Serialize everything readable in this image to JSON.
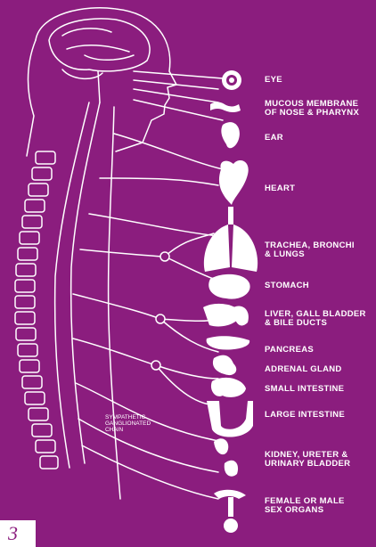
{
  "labels": [
    {
      "text": "EYE"
    },
    {
      "text": "MUCOUS MEMBRANE\nOF NOSE & PHARYNX"
    },
    {
      "text": "EAR"
    },
    {
      "text": "HEART"
    },
    {
      "text": "TRACHEA, BRONCHI\n& LUNGS"
    },
    {
      "text": "STOMACH"
    },
    {
      "text": "LIVER, GALL BLADDER\n& BILE DUCTS"
    },
    {
      "text": "PANCREAS"
    },
    {
      "text": "ADRENAL GLAND"
    },
    {
      "text": "SMALL INTESTINE"
    },
    {
      "text": "LARGE INTESTINE"
    },
    {
      "text": "KIDNEY, URETER &\nURINARY BLADDER"
    },
    {
      "text": "FEMALE OR MALE\nSEX ORGANS"
    }
  ],
  "chain_label": "SYMPATHETIC\nGANGLIONATED\nCHAIN",
  "page_number": "3",
  "colors": {
    "background": "#8b1d7e",
    "line": "#ffffff"
  }
}
